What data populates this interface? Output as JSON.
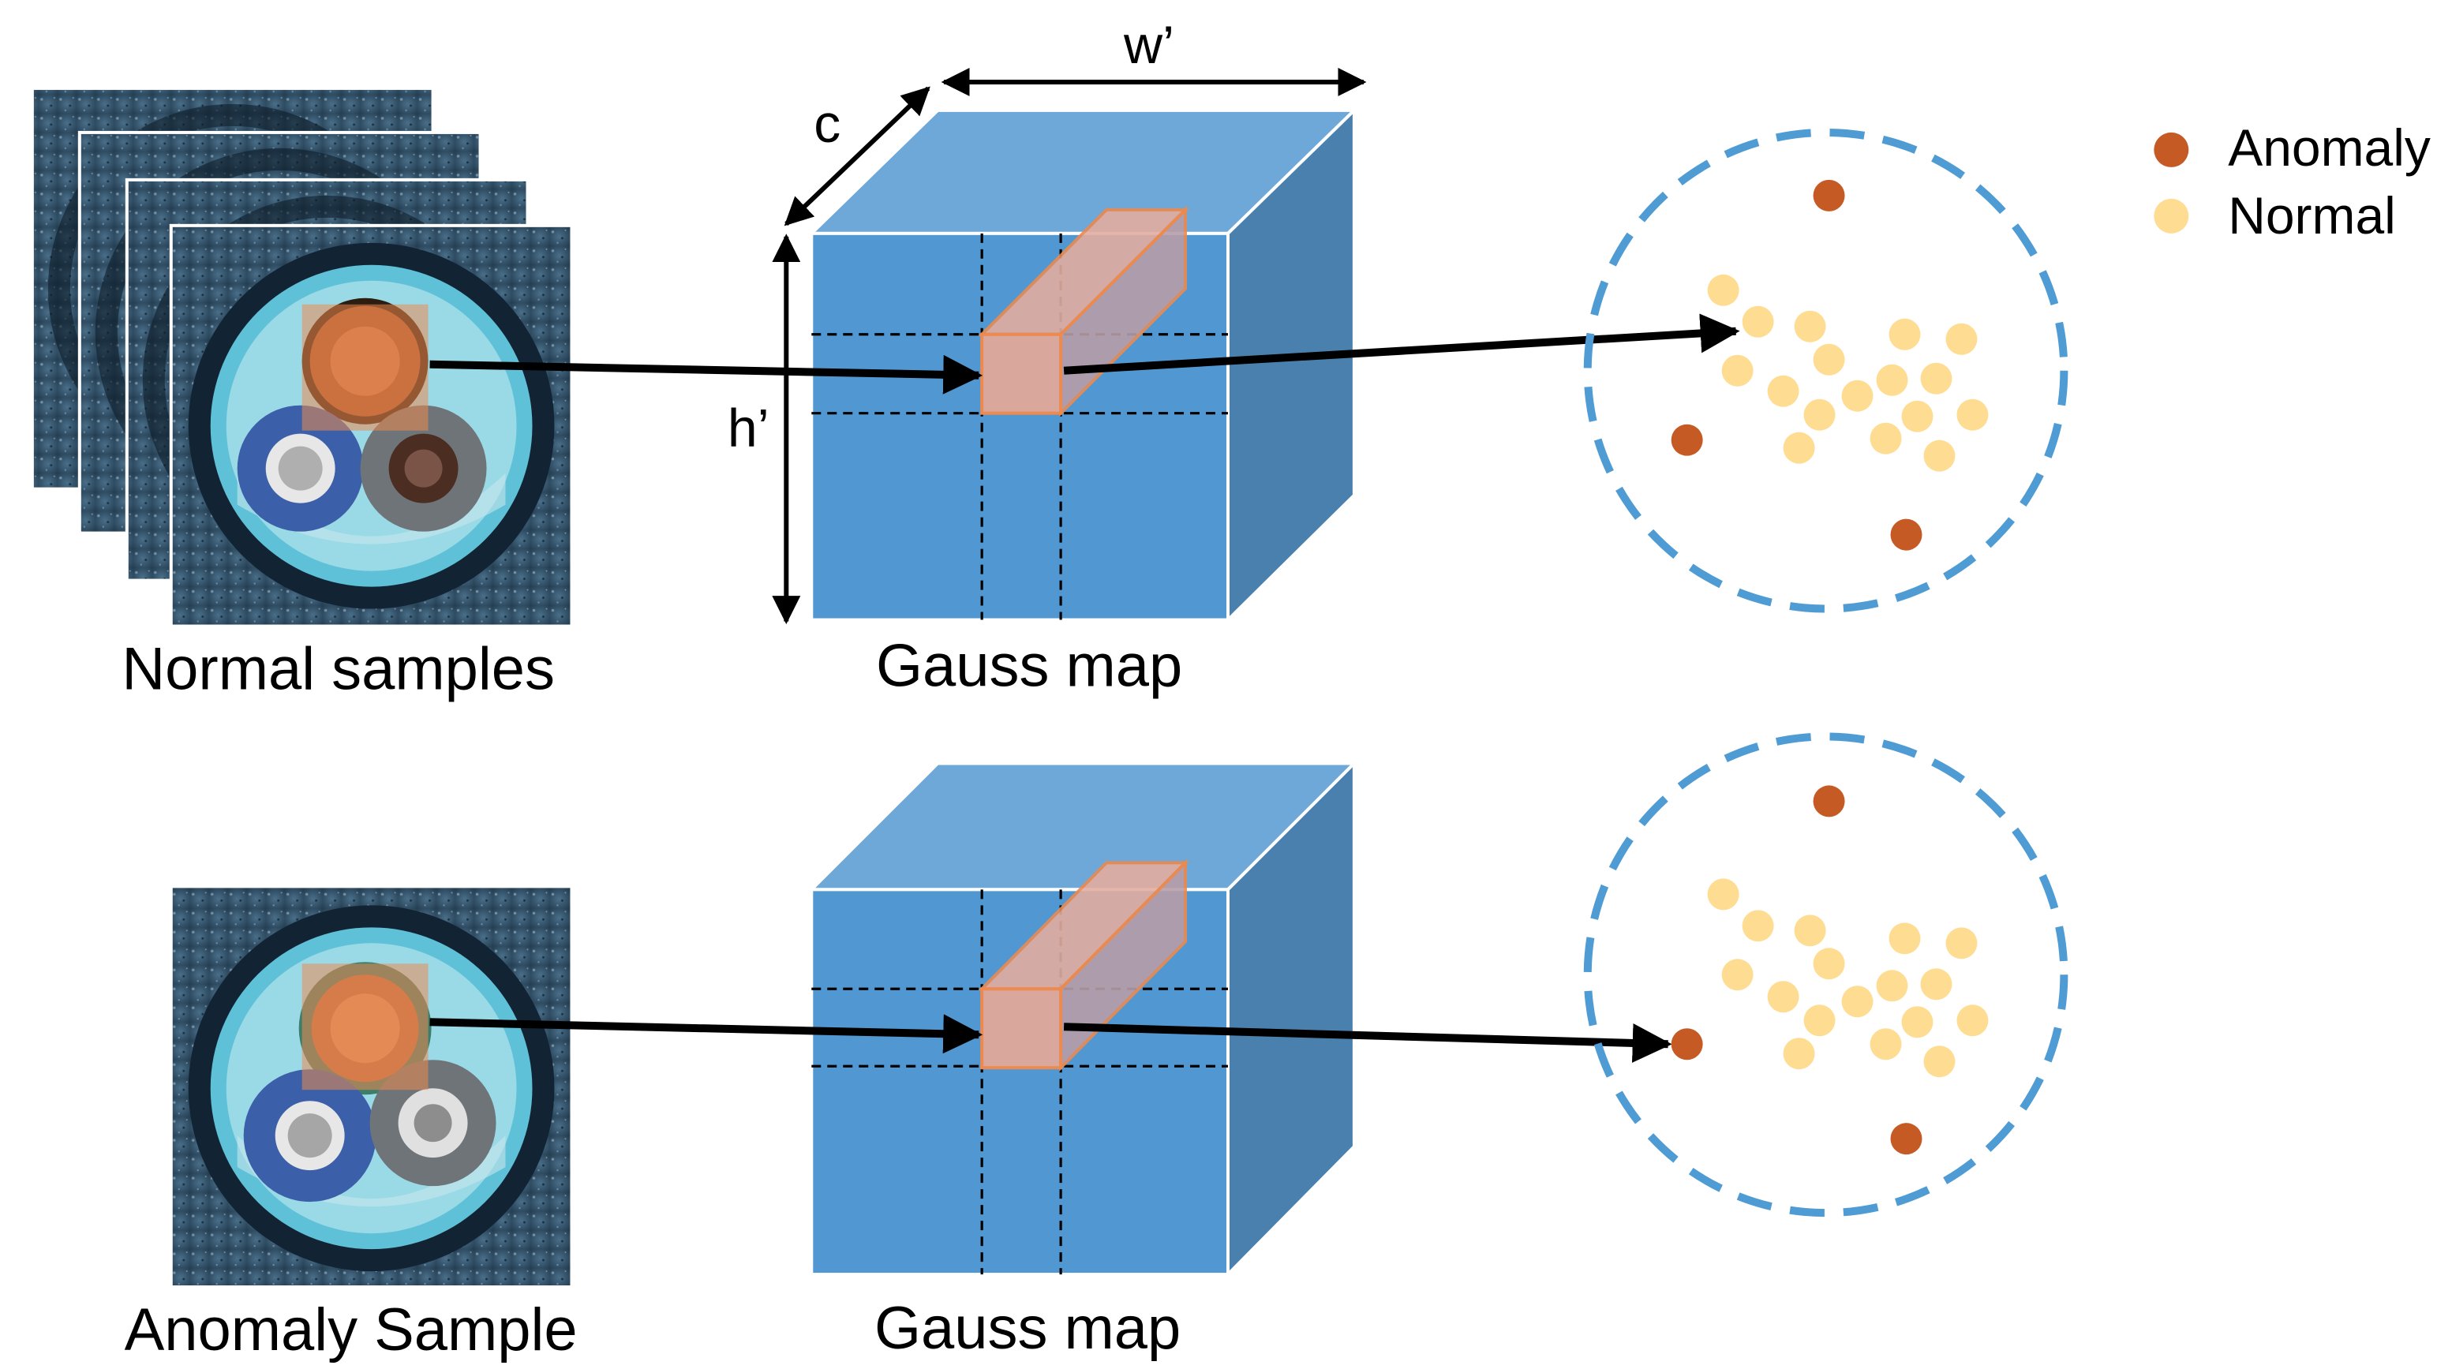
{
  "labels": {
    "normal_samples": "Normal samples",
    "anomaly_sample": "Anomaly Sample",
    "gauss_map_top": "Gauss map",
    "gauss_map_bottom": "Gauss map",
    "dim_w": "w’",
    "dim_c": "c",
    "dim_h": "h’"
  },
  "legend": {
    "anomaly": "Anomaly",
    "normal": "Normal"
  },
  "colors": {
    "background": "#ffffff",
    "cube_front": "#5198d2",
    "cube_top": "#6da8d8",
    "cube_side": "#4a80ad",
    "patch_orange": "#ec8a50",
    "anomaly_point": "#c55a24",
    "normal_point": "#fedd93",
    "boundary": "#4f9bd4",
    "arrow": "#000000",
    "sample_bg": "#2f4d64"
  },
  "icons": {
    "sample_image": "cable-cross-section-icon",
    "feature_volume": "cube-icon"
  }
}
